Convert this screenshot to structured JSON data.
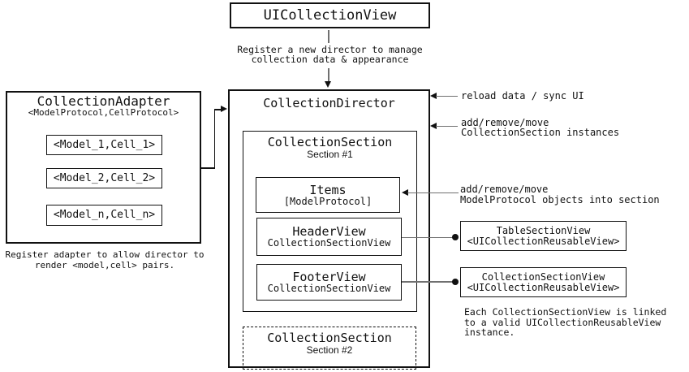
{
  "colors": {
    "border": "#111111",
    "line_gray": "#707070",
    "background": "#ffffff"
  },
  "uicollectionview_box": {
    "title": "UICollectionView"
  },
  "register_director_caption": {
    "line1": "Register a new director to manage",
    "line2": "collection data & appearance"
  },
  "adapter": {
    "title": "CollectionAdapter",
    "subtitle": "<ModelProtocol,CellProtocol>",
    "pairs": [
      "<Model_1,Cell_1>",
      "<Model_2,Cell_2>",
      "<Model_n,Cell_n>"
    ],
    "caption": {
      "line1": "Register adapter to allow director to",
      "line2": "render <model,cell> pairs."
    }
  },
  "director": {
    "title": "CollectionDirector",
    "section1": {
      "title": "CollectionSection",
      "subtitle": "Section #1"
    },
    "items": {
      "title": "Items",
      "subtitle": "[ModelProtocol]"
    },
    "header": {
      "title": "HeaderView",
      "subtitle": "CollectionSectionView"
    },
    "footer": {
      "title": "FooterView",
      "subtitle": "CollectionSectionView"
    },
    "section2": {
      "title": "CollectionSection",
      "subtitle": "Section #2"
    }
  },
  "annotations": {
    "reload": "reload data / sync UI",
    "sections": {
      "line1": "add/remove/move",
      "line2": "CollectionSection instances"
    },
    "items": {
      "line1": "add/remove/move",
      "line2": "ModelProtocol objects into section"
    },
    "linked": {
      "line1": "Each CollectionSectionView is linked",
      "line2": "to a valid UICollectionReusableView",
      "line3": "instance."
    }
  },
  "reusable_views": {
    "table": {
      "title": "TableSectionView",
      "subtitle": "<UICollectionReusableView>"
    },
    "collection": {
      "title": "CollectionSectionView",
      "subtitle": "<UICollectionReusableView>"
    }
  }
}
